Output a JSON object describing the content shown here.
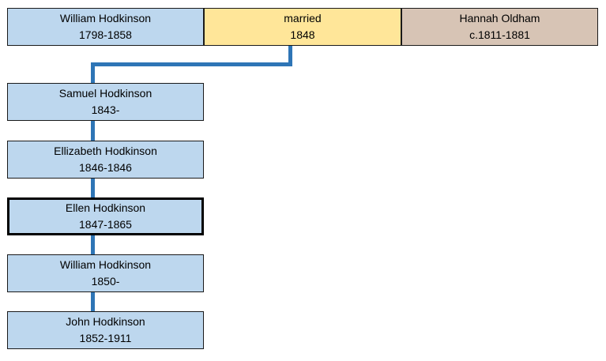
{
  "colors": {
    "child_fill": "#BDD7EE",
    "marriage_fill": "#FFE699",
    "spouse_fill": "#D7C4B5",
    "connector": "#2E75B6",
    "border": "#1A1A1A",
    "selected_border": "#000000"
  },
  "nodes": {
    "father": {
      "name": "William Hodkinson",
      "dates": "1798-1858"
    },
    "marriage": {
      "label": "married",
      "year": "1848"
    },
    "mother": {
      "name": "Hannah Oldham",
      "dates": "c.1811-1881"
    },
    "children": [
      {
        "name": "Samuel Hodkinson",
        "dates": "1843-",
        "selected": false
      },
      {
        "name": "Ellizabeth Hodkinson",
        "dates": "1846-1846",
        "selected": false
      },
      {
        "name": "Ellen Hodkinson",
        "dates": "1847-1865",
        "selected": true
      },
      {
        "name": "William Hodkinson",
        "dates": "1850-",
        "selected": false
      },
      {
        "name": "John Hodkinson",
        "dates": "1852-1911",
        "selected": false
      }
    ]
  }
}
